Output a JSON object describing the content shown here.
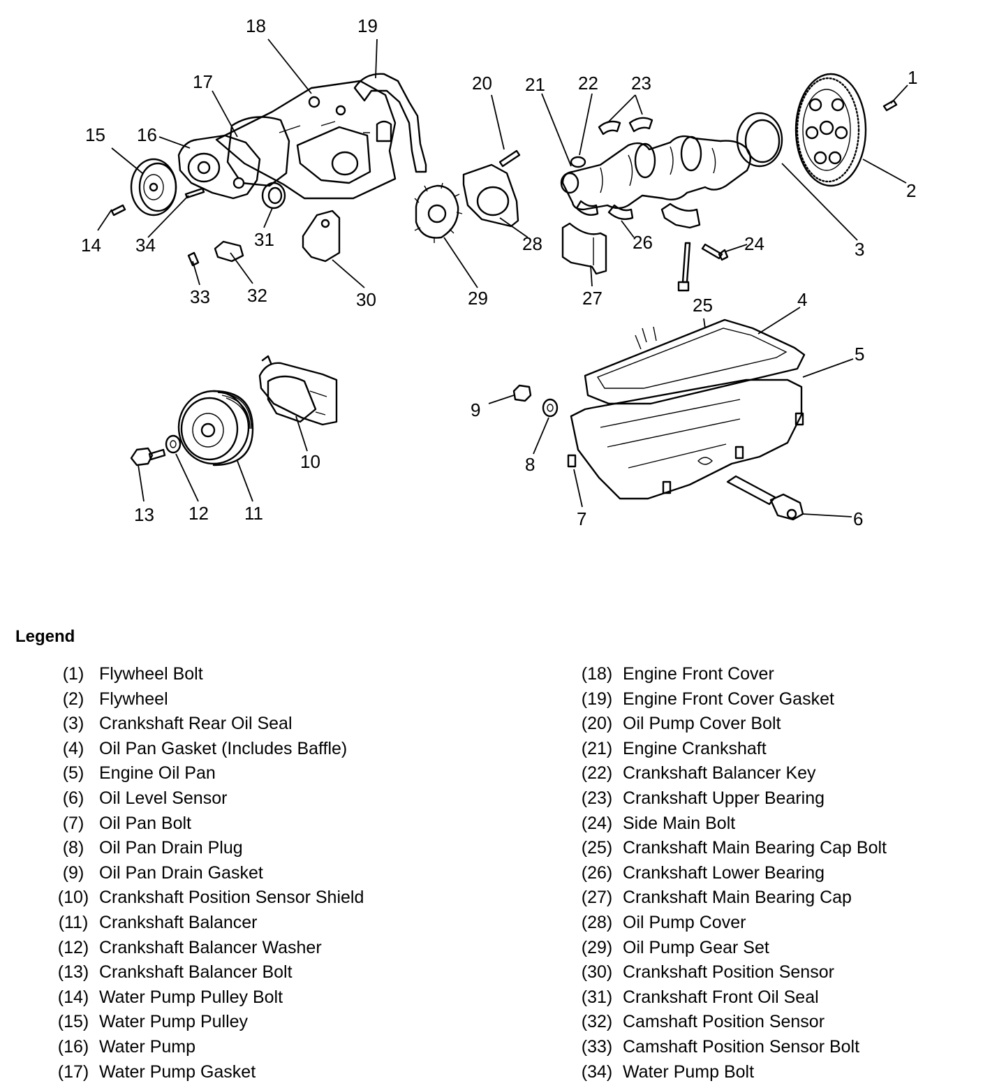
{
  "legend_title": "Legend",
  "callouts": [
    "1",
    "2",
    "3",
    "4",
    "5",
    "6",
    "7",
    "8",
    "9",
    "10",
    "11",
    "12",
    "13",
    "14",
    "15",
    "16",
    "17",
    "18",
    "19",
    "20",
    "21",
    "22",
    "23",
    "24",
    "25",
    "26",
    "27",
    "28",
    "29",
    "30",
    "31",
    "32",
    "33",
    "34"
  ],
  "legend_left": [
    {
      "num": "(1)",
      "label": "Flywheel Bolt"
    },
    {
      "num": "(2)",
      "label": "Flywheel"
    },
    {
      "num": "(3)",
      "label": "Crankshaft Rear Oil Seal"
    },
    {
      "num": "(4)",
      "label": "Oil Pan Gasket (Includes Baffle)"
    },
    {
      "num": "(5)",
      "label": "Engine Oil Pan"
    },
    {
      "num": "(6)",
      "label": "Oil Level Sensor"
    },
    {
      "num": "(7)",
      "label": "Oil Pan Bolt"
    },
    {
      "num": "(8)",
      "label": "Oil Pan Drain Plug"
    },
    {
      "num": "(9)",
      "label": "Oil Pan Drain Gasket"
    },
    {
      "num": "(10)",
      "label": "Crankshaft Position Sensor Shield"
    },
    {
      "num": "(11)",
      "label": "Crankshaft Balancer"
    },
    {
      "num": "(12)",
      "label": "Crankshaft Balancer Washer"
    },
    {
      "num": "(13)",
      "label": "Crankshaft Balancer Bolt"
    },
    {
      "num": "(14)",
      "label": "Water Pump Pulley Bolt"
    },
    {
      "num": "(15)",
      "label": "Water Pump Pulley"
    },
    {
      "num": "(16)",
      "label": "Water Pump"
    },
    {
      "num": "(17)",
      "label": "Water Pump Gasket"
    }
  ],
  "legend_right": [
    {
      "num": "(18)",
      "label": "Engine Front Cover"
    },
    {
      "num": "(19)",
      "label": "Engine Front Cover Gasket"
    },
    {
      "num": "(20)",
      "label": "Oil Pump Cover Bolt"
    },
    {
      "num": "(21)",
      "label": "Engine Crankshaft"
    },
    {
      "num": "(22)",
      "label": "Crankshaft Balancer Key"
    },
    {
      "num": "(23)",
      "label": "Crankshaft Upper Bearing"
    },
    {
      "num": "(24)",
      "label": "Side Main Bolt"
    },
    {
      "num": "(25)",
      "label": "Crankshaft Main Bearing Cap Bolt"
    },
    {
      "num": "(26)",
      "label": "Crankshaft Lower Bearing"
    },
    {
      "num": "(27)",
      "label": "Crankshaft Main Bearing Cap"
    },
    {
      "num": "(28)",
      "label": "Oil Pump Cover"
    },
    {
      "num": "(29)",
      "label": "Oil Pump Gear Set"
    },
    {
      "num": "(30)",
      "label": "Crankshaft Position Sensor"
    },
    {
      "num": "(31)",
      "label": "Crankshaft Front Oil Seal"
    },
    {
      "num": "(32)",
      "label": "Camshaft Position Sensor"
    },
    {
      "num": "(33)",
      "label": "Camshaft Position Sensor Bolt"
    },
    {
      "num": "(34)",
      "label": "Water Pump Bolt"
    }
  ]
}
